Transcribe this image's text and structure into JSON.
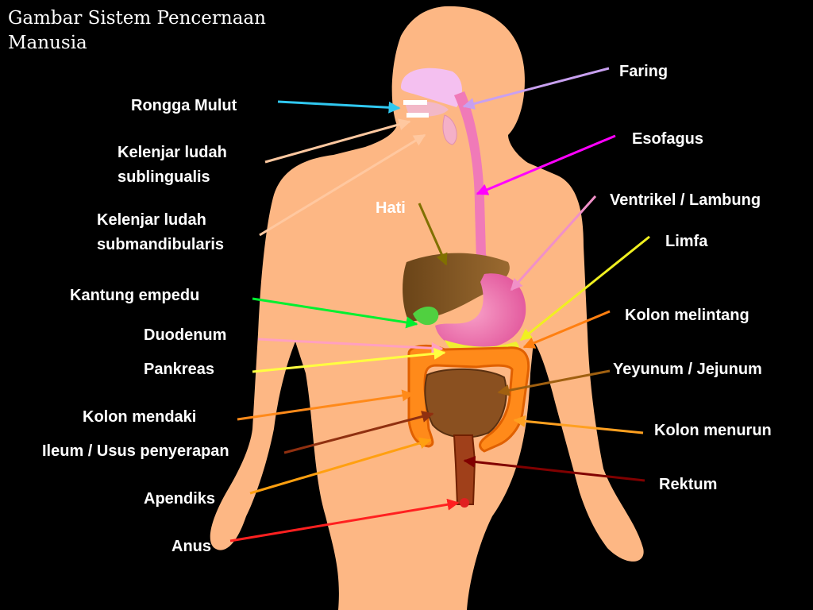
{
  "title": "Gambar Sistem Pencernaan Manusia",
  "labels": {
    "faring": "Faring",
    "rongga_mulut": "Rongga Mulut",
    "esofagus": "Esofagus",
    "kelenjar_sublingualis_1": "Kelenjar ludah",
    "kelenjar_sublingualis_2": "sublingualis",
    "ventrikel": "Ventrikel / Lambung",
    "hati": "Hati",
    "kelenjar_submandibularis_1": "Kelenjar ludah",
    "kelenjar_submandibularis_2": "submandibularis",
    "limfa": "Limfa",
    "kantung_empedu": "Kantung empedu",
    "kolon_melintang": "Kolon melintang",
    "duodenum": "Duodenum",
    "pankreas": "Pankreas",
    "yeyunum": "Yeyunum / Jejunum",
    "kolon_mendaki": "Kolon mendaki",
    "kolon_menurun": "Kolon menurun",
    "ileum": "Ileum / Usus penyerapan",
    "rektum": "Rektum",
    "apendiks": "Apendiks",
    "anus": "Anus"
  },
  "colors": {
    "background": "#000000",
    "skin": "#FDB784",
    "faring": "#C8A0F0",
    "rongga_mulut": "#30C8F0",
    "esofagus": "#FF00FF",
    "kelenjar_ludah": "#FFC8A0",
    "stomach": "#F070B0",
    "liver": "#7A5020",
    "hati": "#807000",
    "limfa": "#F0F020",
    "kantung_empedu": "#00F030",
    "kolon": "#FF7F10",
    "duodenum": "#FFA0C0",
    "pankreas": "#FFFF40",
    "yeyunum": "#A06010",
    "kolon_menurun": "#FFA020",
    "ileum": "#903010",
    "rektum": "#800000",
    "apendiks": "#FFA010",
    "anus": "#FF2020"
  }
}
